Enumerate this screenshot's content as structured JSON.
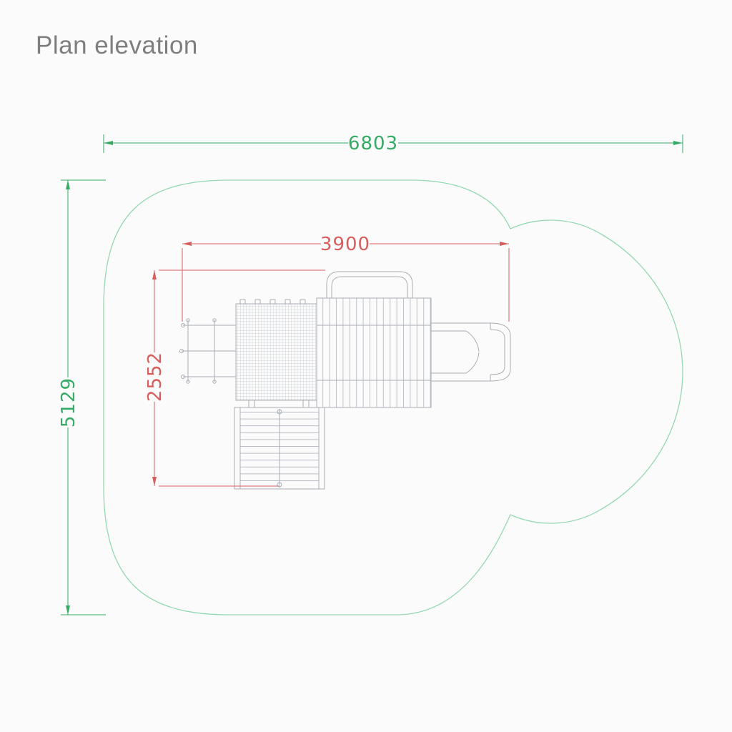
{
  "page": {
    "title": "Plan elevation"
  },
  "colors": {
    "background": "#fbfbfb",
    "title": "#7e7e7e",
    "safety_zone_outline": "#94d8b2",
    "dimension_green": "#36ab66",
    "dimension_red": "#d85e5e",
    "equipment": "#a9aeb4",
    "hatch": "#bfc4c9"
  },
  "dimensions": {
    "overall_width": {
      "value": "6803"
    },
    "overall_depth": {
      "value": "5129"
    },
    "structure_width": {
      "value": "3900"
    },
    "structure_depth": {
      "value": "2552"
    }
  }
}
